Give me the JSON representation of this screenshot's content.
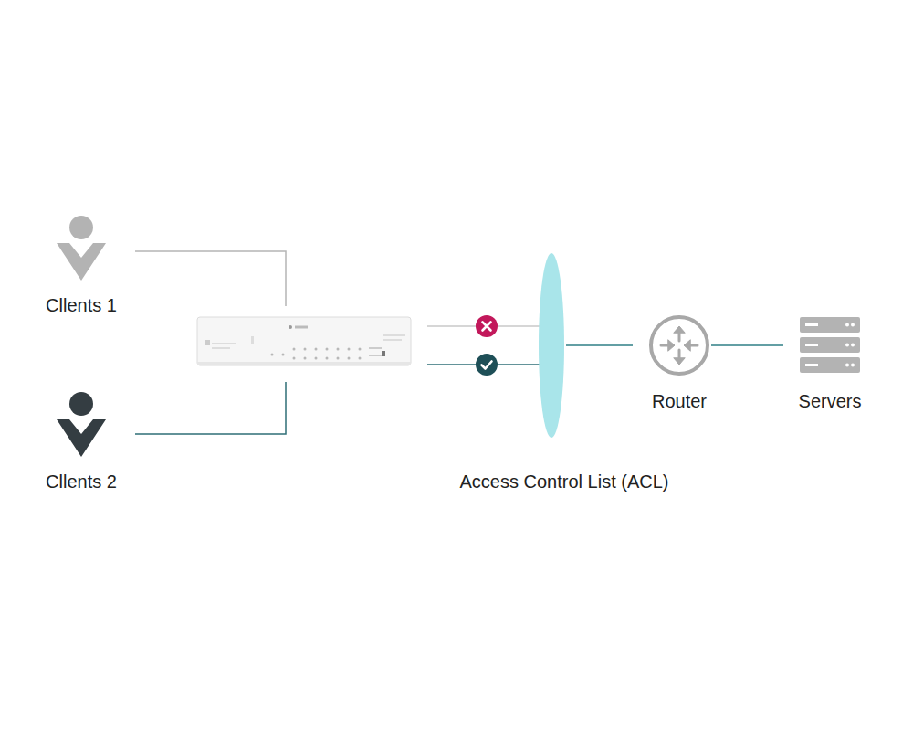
{
  "diagram": {
    "nodes": [
      {
        "text": [
          "Cllents 1"
        ]
      },
      {
        "text": [
          "Cllents 2"
        ]
      },
      {
        "text": [
          "Access Control List (ACL)"
        ]
      },
      {
        "text": [
          "Router"
        ]
      },
      {
        "text": [
          "Servers"
        ]
      }
    ],
    "edges": [
      {
        "from": 2,
        "to": 3,
        "arrow": "none"
      },
      {
        "from": 3,
        "to": 4,
        "arrow": "none"
      }
    ]
  }
}
